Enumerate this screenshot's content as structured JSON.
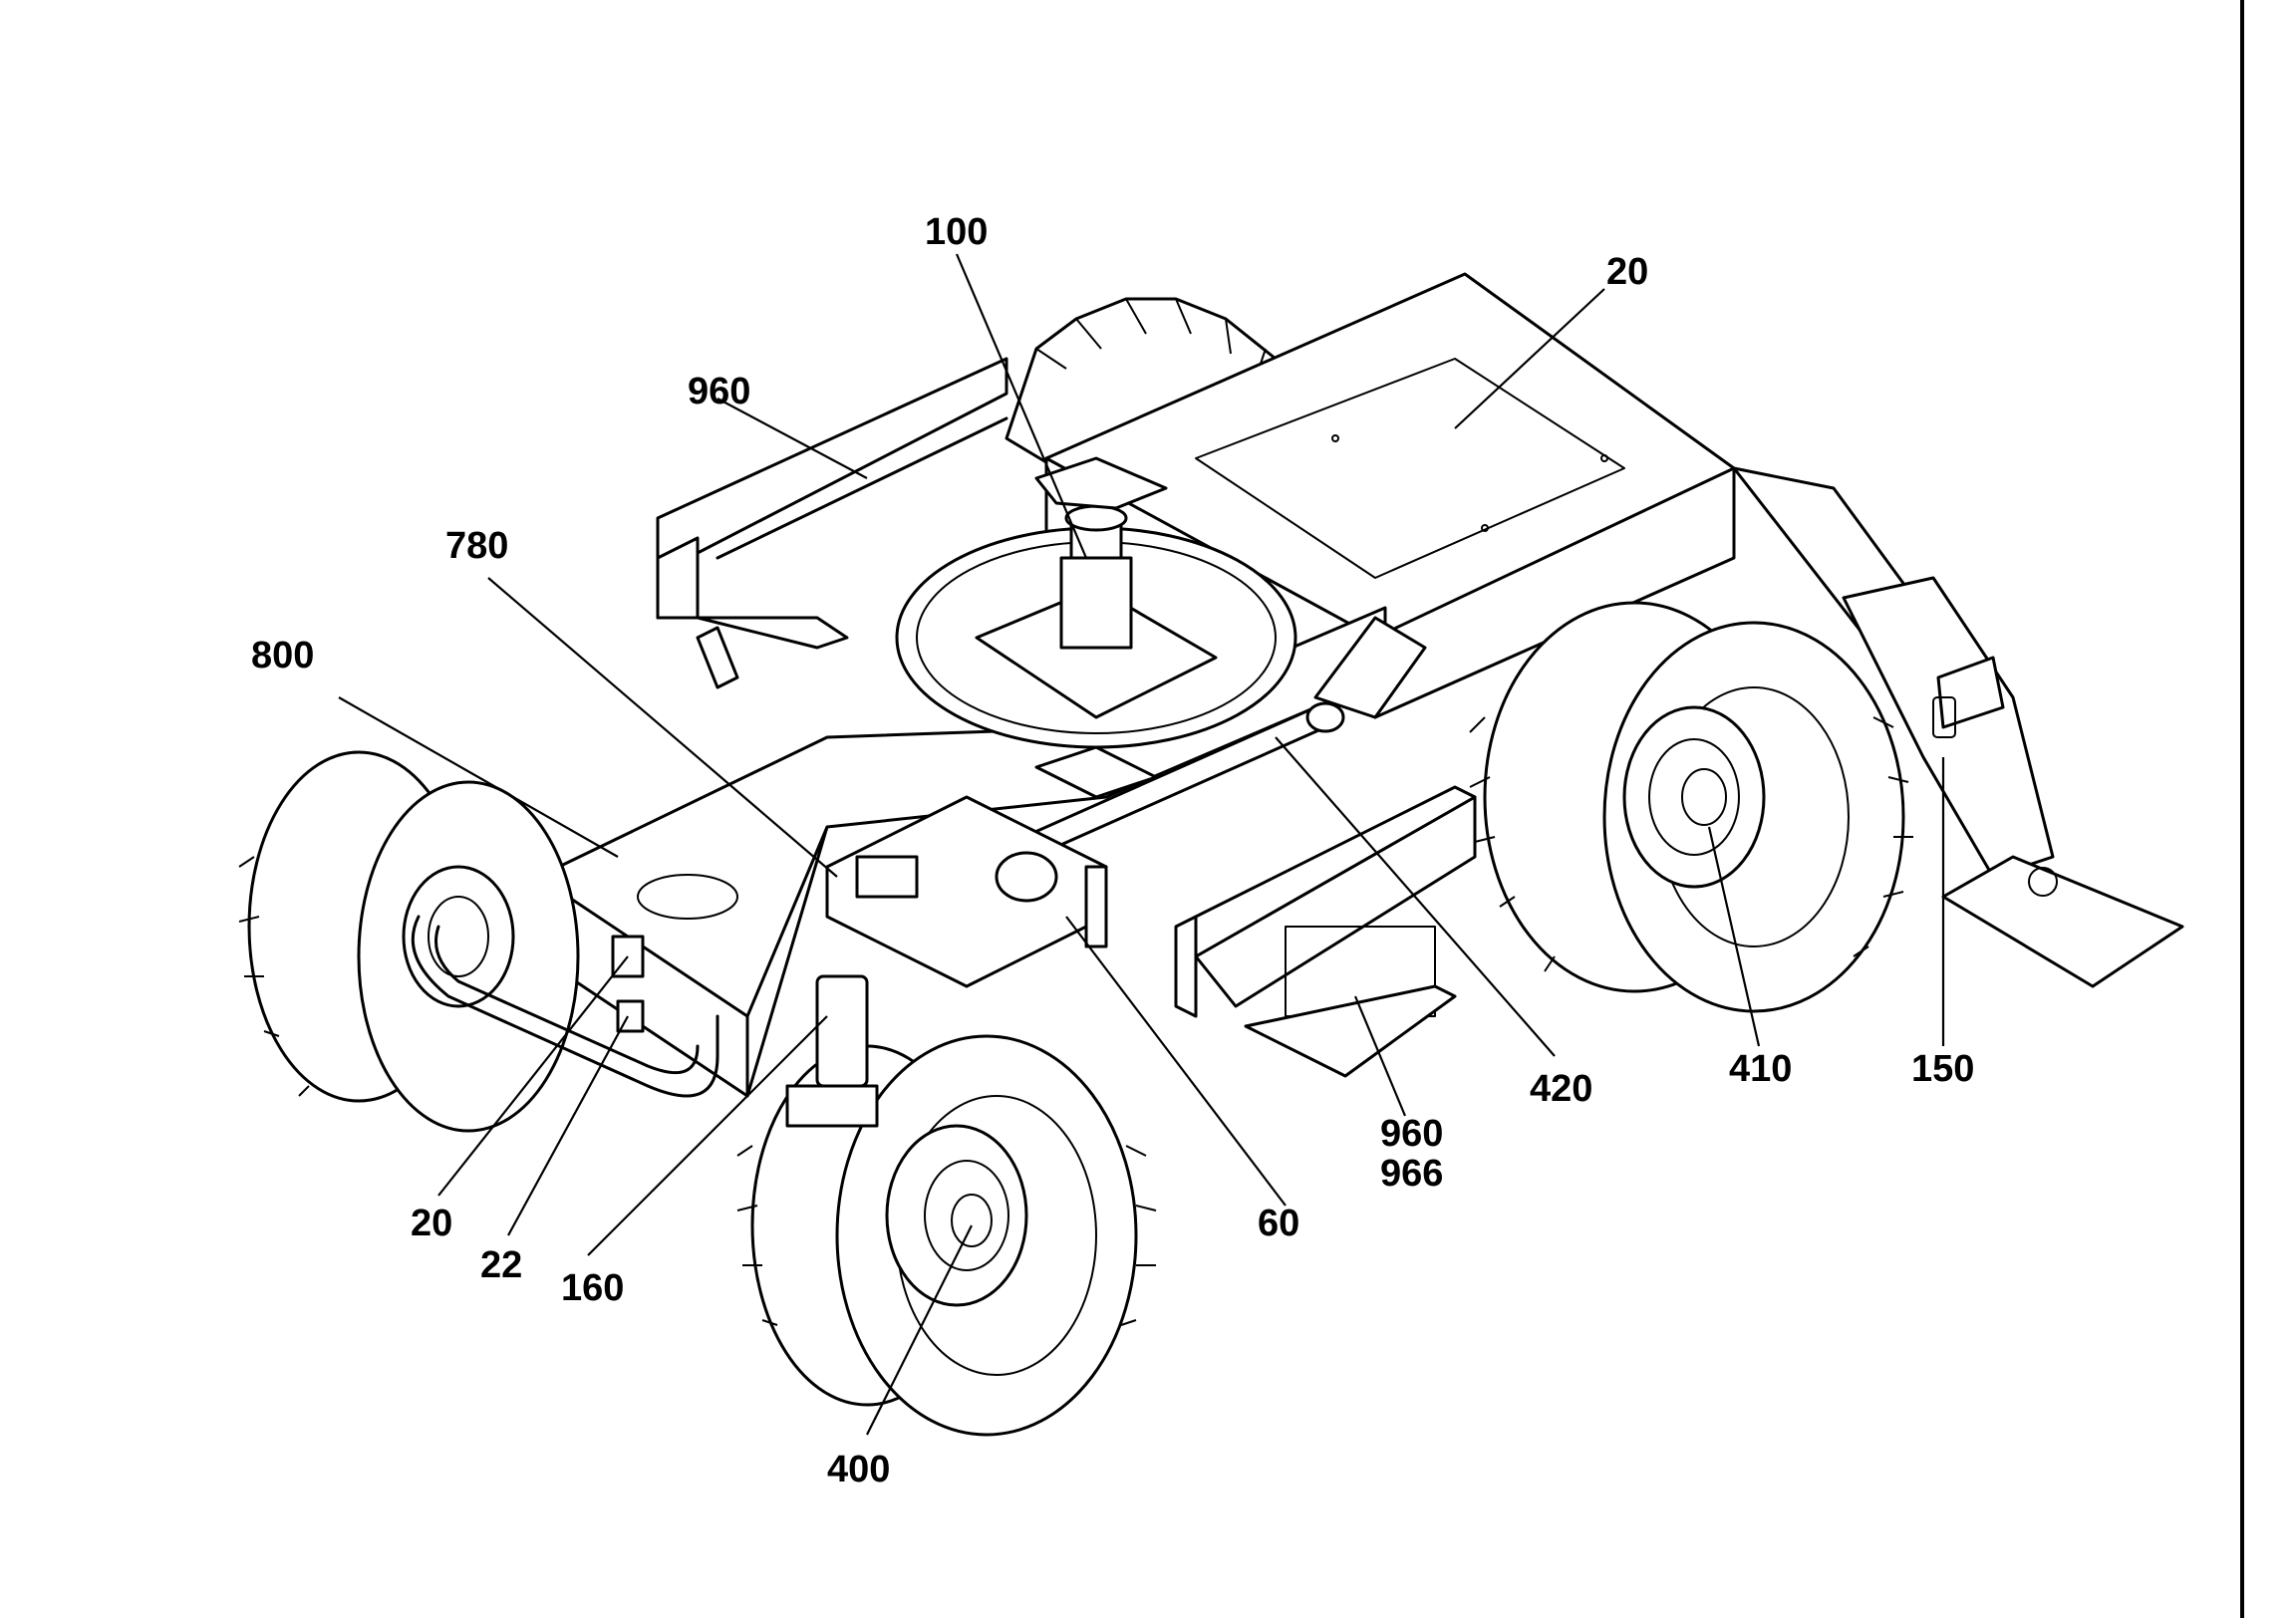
{
  "diagram": {
    "callouts": [
      {
        "id": "c100",
        "text": "100"
      },
      {
        "id": "c20a",
        "text": "20"
      },
      {
        "id": "c960a",
        "text": "960"
      },
      {
        "id": "c780",
        "text": "780"
      },
      {
        "id": "c800",
        "text": "800"
      },
      {
        "id": "c420",
        "text": "420"
      },
      {
        "id": "c410",
        "text": "410"
      },
      {
        "id": "c150",
        "text": "150"
      },
      {
        "id": "c960b",
        "text": "960"
      },
      {
        "id": "c966",
        "text": "966"
      },
      {
        "id": "c60",
        "text": "60"
      },
      {
        "id": "c20b",
        "text": "20"
      },
      {
        "id": "c22",
        "text": "22"
      },
      {
        "id": "c160",
        "text": "160"
      },
      {
        "id": "c400",
        "text": "400"
      }
    ]
  }
}
